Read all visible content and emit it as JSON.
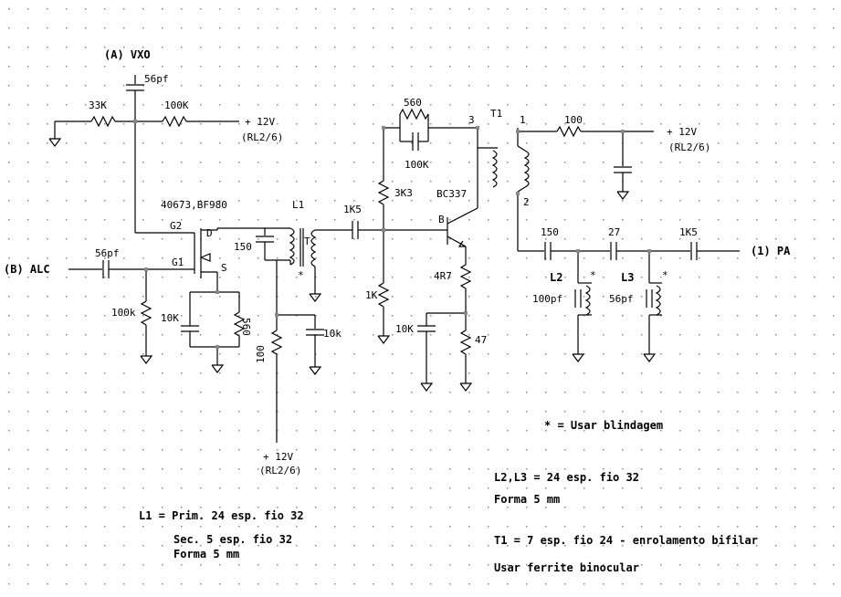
{
  "labels": {
    "vxo": "(A) VXO",
    "alc": "(B) ALC",
    "pa": "(1) PA",
    "c_56pf_top": "56pf",
    "r_33k": "33K",
    "r_100k_top": "100K",
    "plus12v_a": "+ 12V",
    "rl26_a": "(RL2/6)",
    "c_56pf_alc": "56pf",
    "r_100k_alc": "100k",
    "fet": "40673,BF980",
    "g2": "G2",
    "g1": "G1",
    "d": "D",
    "s": "S",
    "c_10k_src": "10K",
    "r_560_src": "560",
    "l1": "L1",
    "c_150_l1": "150",
    "c_10k_l1": "10k",
    "r_100_l1": "100",
    "plus12v_b": "+ 12V",
    "rl26_b": "(RL2/6)",
    "c_1k5_a": "1K5",
    "r_3k3": "3K3",
    "r_1k": "1K",
    "r_560_top": "560",
    "c_100k_top": "100K",
    "q_bc337": "BC337",
    "q_b": "B",
    "r_4r7": "4R7",
    "c_10k_emit": "10K",
    "r_47": "47",
    "t1": "T1",
    "pin3": "3",
    "pin1": "1",
    "pin2": "2",
    "r_100_t1": "100",
    "plus12v_c": "+ 12V",
    "rl26_c": "(RL2/6)",
    "c_150_out": "150",
    "c_27": "27",
    "c_1k5_out": "1K5",
    "l2": "L2",
    "l3": "L3",
    "c_100pf": "100pf",
    "c_56pf_l3": "56pf",
    "star": "*"
  },
  "notes": {
    "shield": "* = Usar blindagem",
    "l2l3_a": "L2,L3 = 24 esp. fio 32",
    "l2l3_b": "Forma 5 mm",
    "l1_a": "L1 = Prim. 24 esp. fio 32",
    "l1_b": "Sec. 5 esp. fio 32",
    "l1_c": "Forma 5 mm",
    "t1_a": "T1 = 7 esp. fio 24 - enrolamento bifilar",
    "t1_b": "Usar ferrite binocular"
  }
}
